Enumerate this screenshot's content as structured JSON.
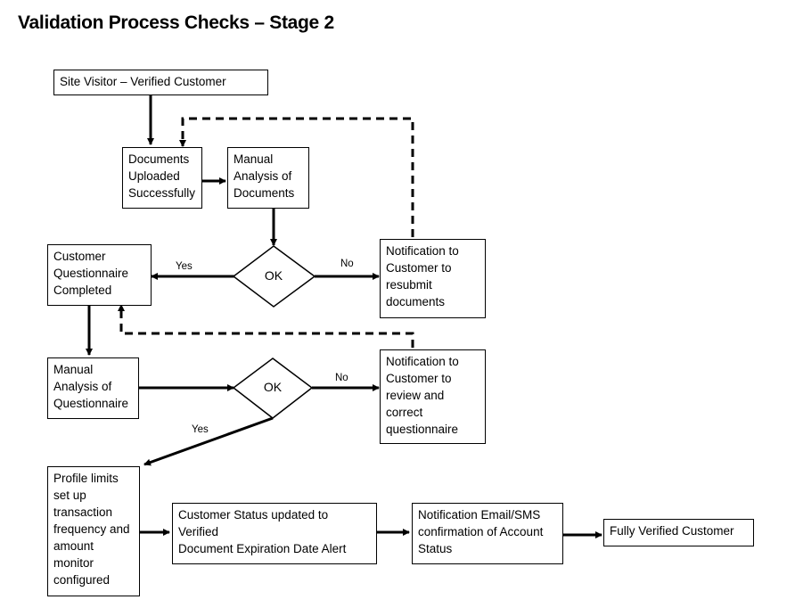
{
  "title": "Validation Process Checks – Stage 2",
  "nodes": {
    "site_visitor": "Site Visitor – Verified Customer",
    "docs_uploaded": "Documents\nUploaded\nSuccessfully",
    "manual_docs": "Manual\nAnalysis of\nDocuments",
    "ok1": "OK",
    "notif_resubmit": "Notification to\nCustomer  to\nresubmit\ndocuments",
    "questionnaire": "Customer\nQuestionnaire\nCompleted",
    "manual_quest": "Manual\nAnalysis of\nQuestionnaire",
    "ok2": "OK",
    "notif_review": "Notification to\nCustomer  to\nreview and\ncorrect\nquestionnaire",
    "profile_limits": "Profile limits\nset up\ntransaction\nfrequency and\namount\nmonitor\nconfigured",
    "status_updated": "Customer Status updated to\nVerified\nDocument Expiration Date Alert",
    "notif_email": "Notification Email/SMS\nconfirmation of Account\nStatus",
    "fully_verified": "Fully Verified Customer"
  },
  "edges": {
    "yes1": "Yes",
    "no1": "No",
    "no2": "No",
    "yes2": "Yes"
  }
}
